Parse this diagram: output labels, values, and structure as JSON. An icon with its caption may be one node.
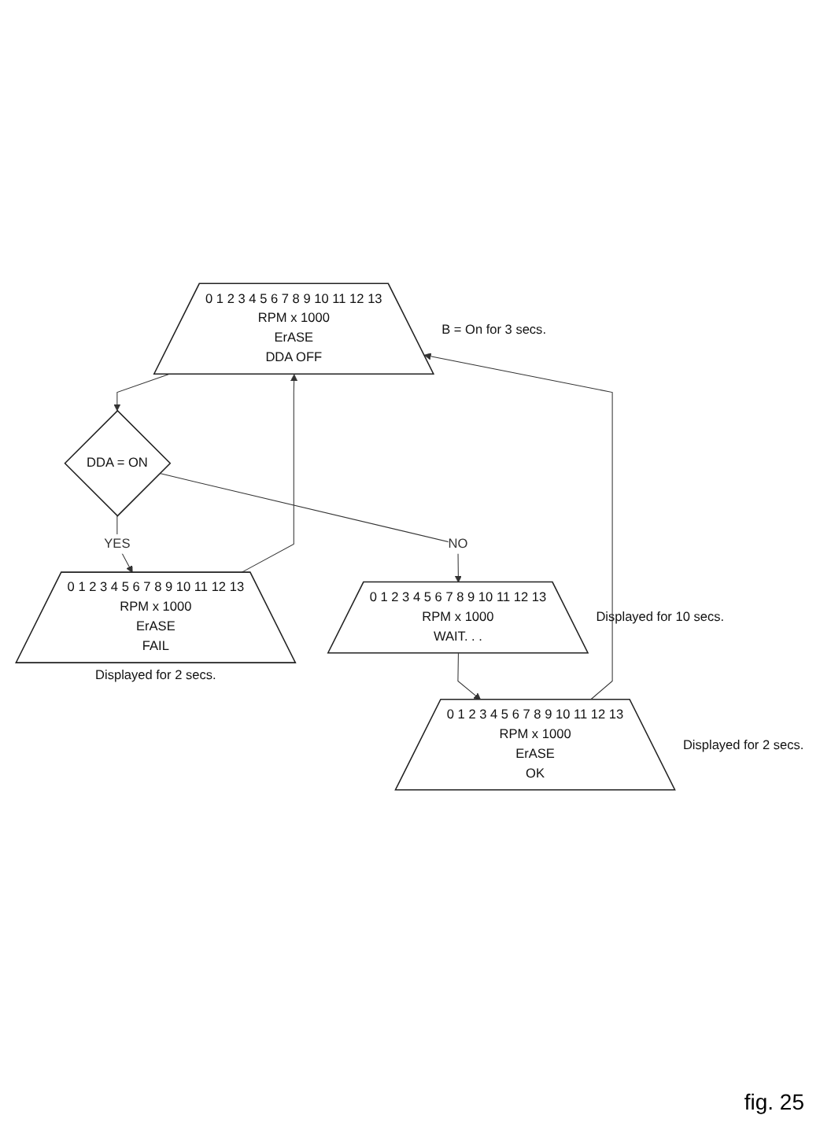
{
  "diagram": {
    "caption": "fig. 25",
    "nodes": [
      {
        "text": [
          "0 1 2 3 4 5 6 7 8 9 10 11 12 13",
          "RPM x 1000",
          "ErASE",
          "DDA OFF"
        ],
        "beside": [
          "B = On for 3 secs."
        ]
      },
      {
        "text": [
          "DDA = ON"
        ]
      },
      {
        "text": [
          "0 1 2 3 4 5 6 7 8 9 10 11 12 13",
          "RPM x 1000",
          "ErASE",
          "FAIL"
        ],
        "beside": [
          "Displayed for 2 secs."
        ]
      },
      {
        "text": [
          "0 1 2 3 4 5 6 7 8 9 10 11 12 13",
          "RPM x 1000",
          "WAIT. . ."
        ],
        "beside": [
          "Displayed for 10 secs."
        ]
      },
      {
        "text": [
          "0 1 2 3 4 5 6 7 8 9 10 11 12 13",
          "RPM x 1000",
          "ErASE",
          "OK"
        ],
        "beside": [
          "Displayed for 2 secs."
        ]
      }
    ],
    "edges": [
      {
        "from": 0,
        "to": 1,
        "arrow": "to"
      },
      {
        "from": 1,
        "to": 2,
        "arrow": "to",
        "label": "YES"
      },
      {
        "from": 1,
        "to": 3,
        "arrow": "to",
        "label": "NO"
      },
      {
        "from": 3,
        "to": 4,
        "arrow": "to"
      },
      {
        "from": 4,
        "to": 0,
        "arrow": "to"
      },
      {
        "from": 2,
        "to": 0,
        "arrow": "to"
      }
    ]
  }
}
